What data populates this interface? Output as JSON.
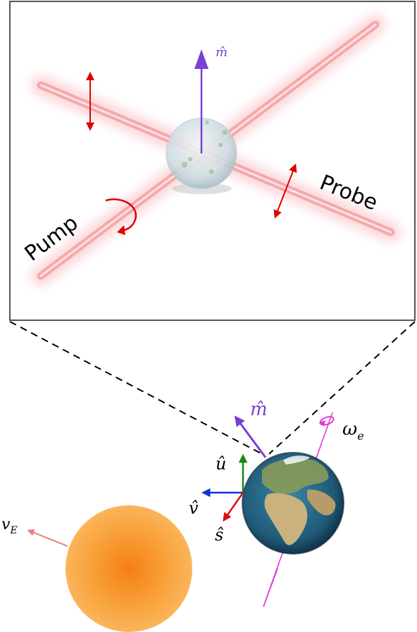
{
  "inset": {
    "pump_label": "Pump",
    "probe_label": "Probe",
    "m_hat_label": "m̂"
  },
  "earth_frame": {
    "m_hat_label": "m̂",
    "u_hat_label": "û",
    "v_hat_label": "v̂",
    "s_hat_label": "ŝ",
    "omega_label": "ωe",
    "vE_label": "vE"
  },
  "colors": {
    "beam": "#f4a9ad",
    "beam_glow": "#fbd3d5",
    "polarization_arrow": "#e00000",
    "m_hat_arrow": "#7b3fd6",
    "u_hat_arrow": "#118811",
    "v_hat_arrow": "#1133dd",
    "s_hat_arrow": "#dd1111",
    "rotation_axis": "#e23ad8",
    "sun": "#f7931e",
    "vE_arrow": "#f07a7a",
    "ocean": "#2b6c8c",
    "land": "#c9b27e"
  }
}
